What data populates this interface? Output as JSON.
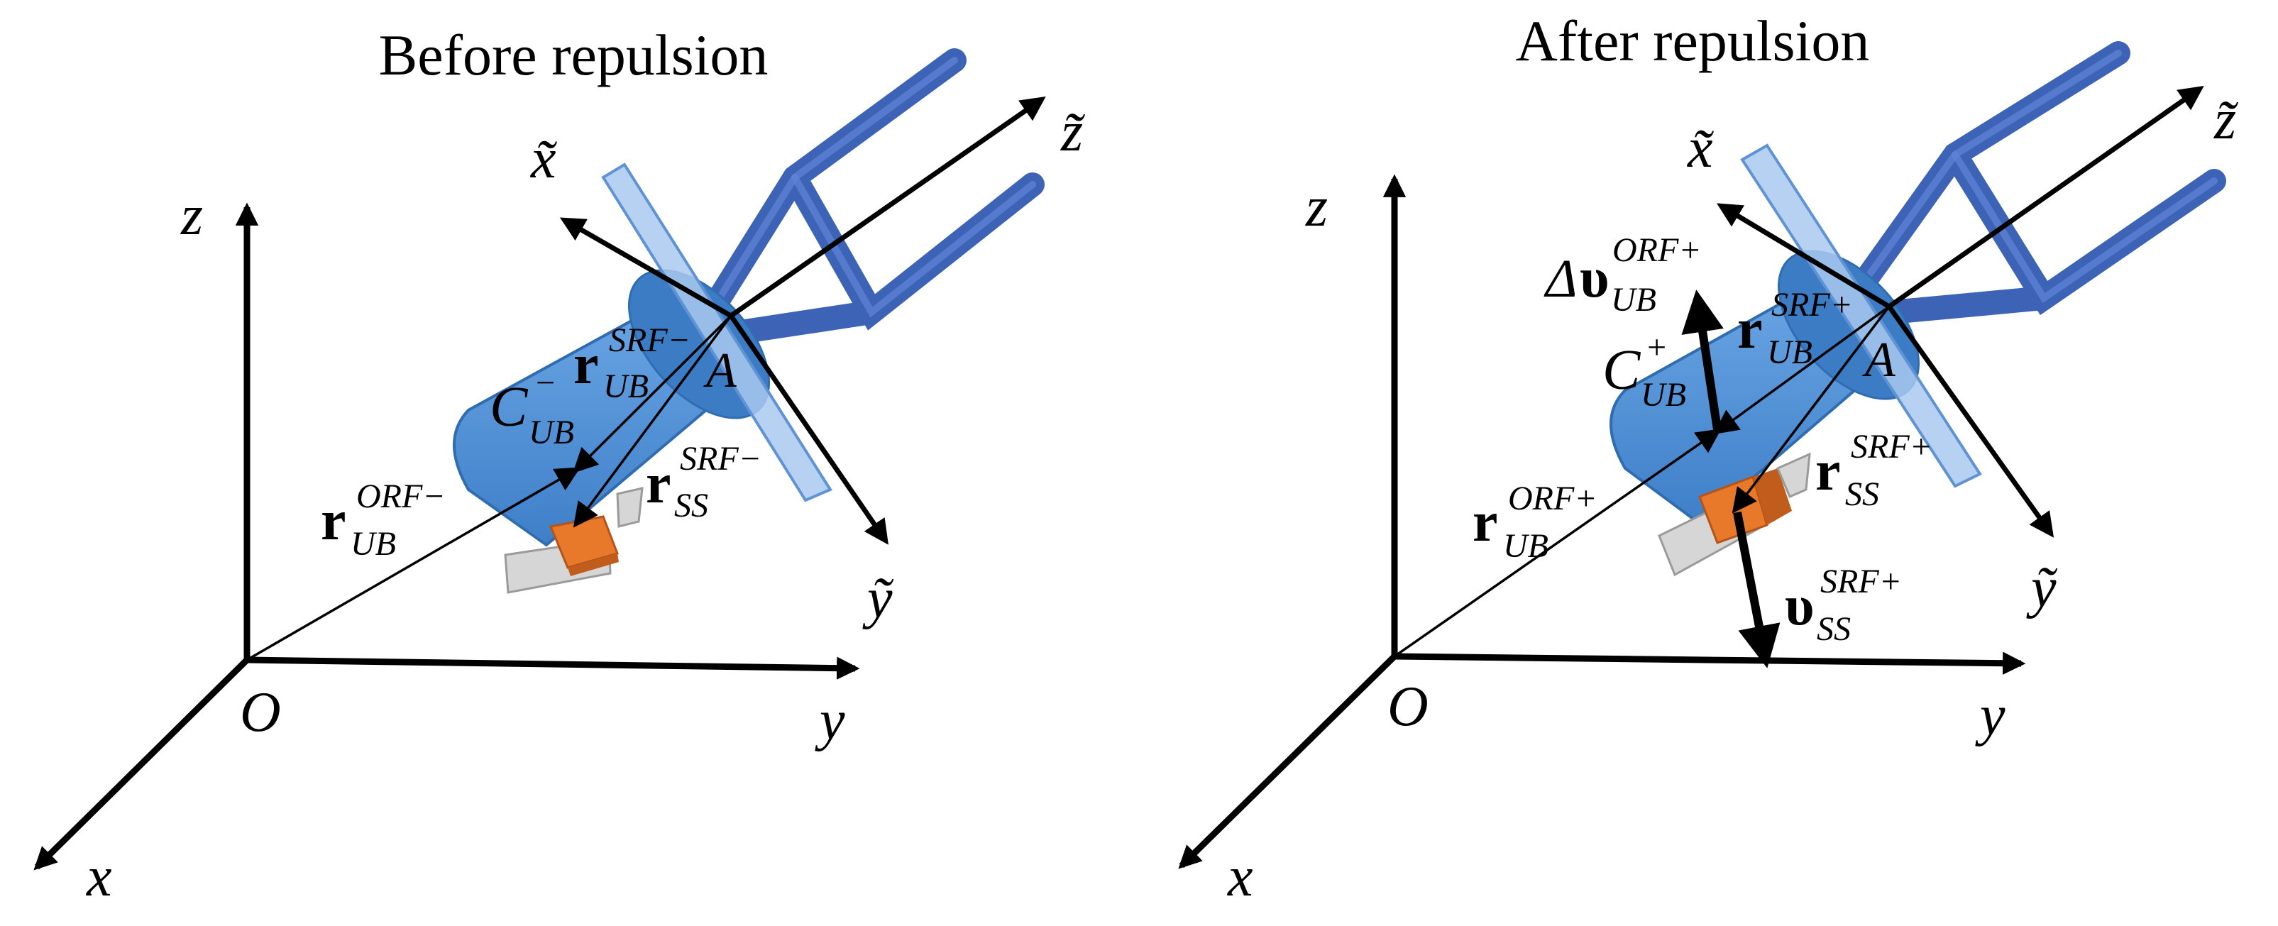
{
  "panels": {
    "before": {
      "title": "Before repulsion",
      "axis_z": "z",
      "axis_y": "y",
      "axis_x": "x",
      "origin": "O",
      "body_x": "x̃",
      "body_y": "ỹ",
      "body_z": "z̃",
      "point_a": "A",
      "c_base": "C",
      "c_sup": "−",
      "c_sub": "UB",
      "r_ub_srf_base": "r",
      "r_ub_srf_sup": "SRF−",
      "r_ub_srf_sub": "UB",
      "r_ss_srf_base": "r",
      "r_ss_srf_sup": "SRF−",
      "r_ss_srf_sub": "SS",
      "r_ub_orf_base": "r",
      "r_ub_orf_sup": "ORF−",
      "r_ub_orf_sub": "UB"
    },
    "after": {
      "title": "After repulsion",
      "axis_z": "z",
      "axis_y": "y",
      "axis_x": "x",
      "origin": "O",
      "body_x": "x̃",
      "body_y": "ỹ",
      "body_z": "z̃",
      "point_a": "A",
      "c_base": "C",
      "c_sup": "+",
      "c_sub": "UB",
      "r_ub_srf_base": "r",
      "r_ub_srf_sup": "SRF+",
      "r_ub_srf_sub": "UB",
      "r_ss_srf_base": "r",
      "r_ss_srf_sup": "SRF+",
      "r_ss_srf_sub": "SS",
      "r_ub_orf_base": "r",
      "r_ub_orf_sup": "ORF+",
      "r_ub_orf_sub": "UB",
      "dv_delta": "Δ",
      "dv_base": "υ",
      "dv_sup": "ORF+",
      "dv_sub": "UB",
      "v_base": "υ",
      "v_sup": "SRF+",
      "v_sub": "SS"
    }
  },
  "colors": {
    "cylinder": "#4f8fd6",
    "cylinder_edge": "#2f6db0",
    "leg": "#3d63b6",
    "panel": "#a9c9ef",
    "satellite": "#e8782a",
    "solar_panel": "#d0d0d0"
  }
}
